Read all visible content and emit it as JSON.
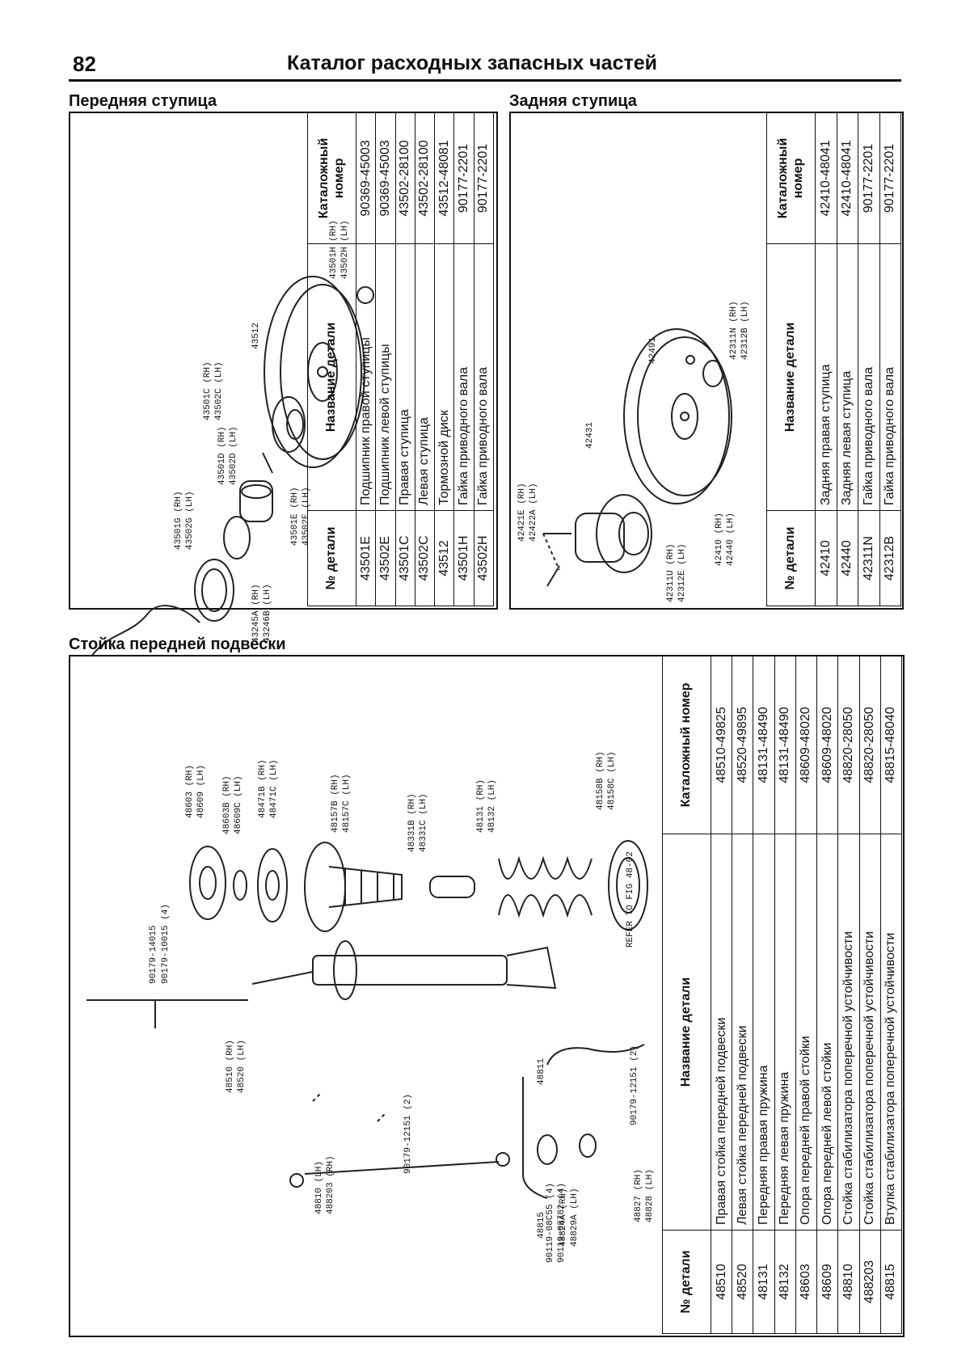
{
  "page": {
    "number": "82",
    "title": "Каталог расходных запасных частей"
  },
  "front_hub": {
    "section_title": "Передняя ступица",
    "headers": {
      "part_no": "№ детали",
      "name": "Название детали",
      "catalog": "Каталожный номер"
    },
    "rows": [
      {
        "part_no": "43501E",
        "name": "Подшипник правой ступицы",
        "catalog": "90369-45003"
      },
      {
        "part_no": "43502E",
        "name": "Подшипник левой ступицы",
        "catalog": "90369-45003"
      },
      {
        "part_no": "43501C",
        "name": "Правая ступица",
        "catalog": "43502-28100"
      },
      {
        "part_no": "43502C",
        "name": "Левая ступица",
        "catalog": "43502-28100"
      },
      {
        "part_no": "43512",
        "name": "Тормозной диск",
        "catalog": "43512-48081"
      },
      {
        "part_no": "43501H",
        "name": "Гайка приводного вала",
        "catalog": "90177-2201"
      },
      {
        "part_no": "43502H",
        "name": "Гайка приводного вала",
        "catalog": "90177-2201"
      }
    ],
    "diagram_labels": {
      "l1": "43501H (RH)",
      "l2": "43502H (LH)",
      "l3": "43512",
      "l4": "43501C (RH)",
      "l5": "43502C (LH)",
      "l6": "43501D (RH)",
      "l7": "43502D (LH)",
      "l8": "43501E (RH)",
      "l9": "43502E (LH)",
      "l10": "43501G (RH)",
      "l11": "43502G (LH)",
      "l12": "43245A (RH)",
      "l13": "43246B (LH)"
    }
  },
  "rear_hub": {
    "section_title": "Задняя ступица",
    "headers": {
      "part_no": "№ детали",
      "name": "Название детали",
      "catalog": "Каталожный номер"
    },
    "rows": [
      {
        "part_no": "42410",
        "name": "Задняя правая ступица",
        "catalog": "42410-48041"
      },
      {
        "part_no": "42440",
        "name": "Задняя левая ступица",
        "catalog": "42410-48041"
      },
      {
        "part_no": "42311N",
        "name": "Гайка приводного вала",
        "catalog": "90177-2201"
      },
      {
        "part_no": "42312B",
        "name": "Гайка приводного вала",
        "catalog": "90177-2201"
      }
    ],
    "diagram_labels": {
      "l1": "42491",
      "l2": "42311N (RH)",
      "l3": "42312B (LH)",
      "l4": "42431",
      "l5": "42421E (RH)",
      "l6": "42422A (LH)",
      "l7": "42410 (RH)",
      "l8": "42440 (LH)",
      "l9": "42311U (RH)",
      "l10": "42312E (LH)"
    }
  },
  "front_strut": {
    "section_title": "Стойка передней подвески",
    "headers": {
      "part_no": "№ детали",
      "name": "Название детали",
      "catalog": "Каталожный номер"
    },
    "rows": [
      {
        "part_no": "48510",
        "name": "Правая стойка передней подвески",
        "catalog": "48510-49825"
      },
      {
        "part_no": "48520",
        "name": "Левая стойка передней подвески",
        "catalog": "48520-49895"
      },
      {
        "part_no": "48131",
        "name": "Передняя правая пружина",
        "catalog": "48131-48490"
      },
      {
        "part_no": "48132",
        "name": "Передняя левая пружина",
        "catalog": "48131-48490"
      },
      {
        "part_no": "48603",
        "name": "Опора передней правой стойки",
        "catalog": "48609-48020"
      },
      {
        "part_no": "48609",
        "name": "Опора передней левой стойки",
        "catalog": "48609-48020"
      },
      {
        "part_no": "48810",
        "name": "Стойка стабилизатора поперечной устойчивости",
        "catalog": "48820-28050"
      },
      {
        "part_no": "488203",
        "name": "Стойка стабилизатора поперечной устойчивости",
        "catalog": "48820-28050"
      },
      {
        "part_no": "48815",
        "name": "Втулка стабилизатора поперечной устойчивости",
        "catalog": "48815-48040"
      }
    ],
    "diagram_labels": {
      "l1": "48603 (RH)",
      "l2": "48609 (LH)",
      "l3": "48603B (RH)",
      "l4": "48609C (LH)",
      "l5": "48471B (RH)",
      "l6": "48471C (LH)",
      "l7": "48157B (RH)",
      "l8": "48157C (LH)",
      "l9": "48331B (RH)",
      "l10": "48331C (LH)",
      "l11": "48131 (RH)",
      "l12": "48132 (LH)",
      "l13": "48158B (RH)",
      "l14": "48158C (LH)",
      "l15": "90179-14015",
      "l16": "90179-10015 (4)",
      "l17": "48510 (RH)",
      "l18": "48520 (LH)",
      "l19": "90179-12151 (2)",
      "l20": "48811",
      "l21": "48810 (LH)",
      "l22": "488203 (RH)",
      "l23": "48815",
      "l24": "48827 (RH)",
      "l25": "48828 (LH)",
      "l26": "48824A (RH)",
      "l27": "48829A (LH)",
      "l28": "90119-08C55 (4)",
      "l29": "90119-08782 (4)",
      "l30": "90179-12151 (2)",
      "l31": "REFER TO FIG 48-02"
    }
  }
}
